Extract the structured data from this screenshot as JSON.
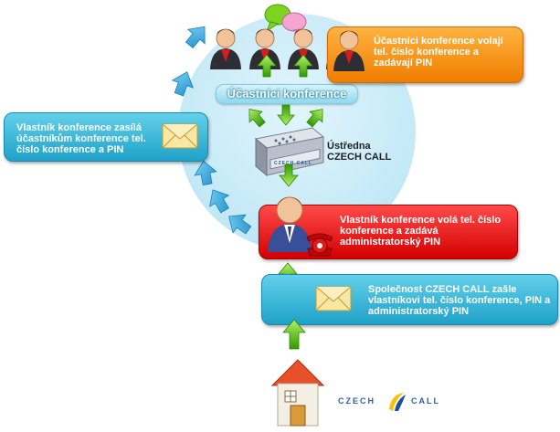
{
  "diagram": {
    "participants_label": "Účastníci konference",
    "box_participants_call": "Účastníci konference volají tel. číslo konference a zadávají PIN",
    "box_owner_sends": "Vlastník konference zasílá účastníkům konference tel. číslo konference a PIN",
    "exchange_label": "Ústředna CZECH CALL",
    "box_owner_calls": "Vlastník konference volá tel. číslo konference a zadává administratorský PIN",
    "box_company_sends": "Společnost CZECH CALL zašle vlastníkovi tel. číslo konference, PIN a  administratorský PIN",
    "device_label": "CZECH CALL",
    "logo_left": "CZECH",
    "logo_right": "CALL"
  },
  "colors": {
    "circle": "#c9ecf8",
    "orange": "#f08a00",
    "blue": "#2aaed3",
    "red": "#e00000",
    "arrow_green": "#3ab000",
    "arrow_blue": "#2a9fd6"
  },
  "icons": [
    "person-icon",
    "speech-bubble-icon",
    "envelope-icon",
    "telephone-icon",
    "house-icon",
    "server-icon"
  ]
}
